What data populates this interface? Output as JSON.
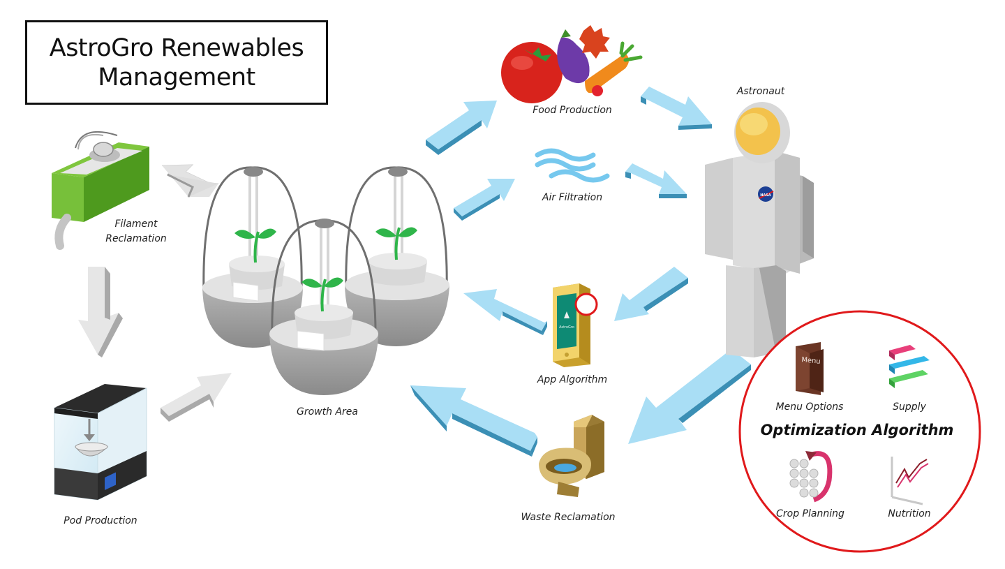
{
  "title": {
    "line1": "AstroGro Renewables",
    "line2": "Management"
  },
  "nodes": {
    "filament_reclamation": {
      "line1": "Filament",
      "line2": "Reclamation"
    },
    "pod_production": "Pod Production",
    "growth_area": "Growth Area",
    "food_production": "Food Production",
    "air_filtration": "Air Filtration",
    "app_algorithm": "App Algorithm",
    "waste_reclamation": "Waste Reclamation",
    "astronaut": "Astronaut"
  },
  "badges": {
    "nasa": "NASA",
    "phone_app": "AstroGro"
  },
  "optimization": {
    "heading": "Optimization Algorithm",
    "menu_text": "Menu",
    "items": [
      {
        "label": "Menu Options",
        "icon": "menu-icon"
      },
      {
        "label": "Supply",
        "icon": "supply-bars-icon"
      },
      {
        "label": "Crop Planning",
        "icon": "crop-planning-icon"
      },
      {
        "label": "Nutrition",
        "icon": "nutrition-chart-icon"
      }
    ]
  },
  "colors": {
    "arrow_blue": "#a9def5",
    "arrow_blue_side": "#3b8fb5",
    "arrow_gray": "#e3e3e3",
    "arrow_gray_side": "#9a9a9a",
    "plant_green": "#2fb54a",
    "box_green": "#6ab72e",
    "highlight_red": "#e0191b"
  }
}
